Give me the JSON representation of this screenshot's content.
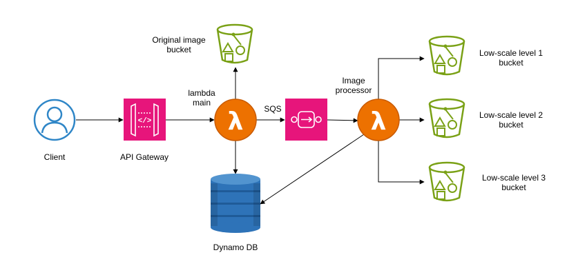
{
  "colors": {
    "client": "#2f86c7",
    "api_gateway": "#e7157b",
    "lambda": "#ed7100",
    "lambda_dark": "#c85a00",
    "sqs": "#e7157b",
    "s3": "#7aa116",
    "dynamo": "#2e73b8",
    "dynamo_light": "#5294cf",
    "dynamo_dark": "#1f5b98",
    "arrow": "#000000"
  },
  "nodes": {
    "client": {
      "label": "Client",
      "icon": "user-icon"
    },
    "api_gateway": {
      "label": "API Gateway",
      "icon": "api-gateway-icon"
    },
    "lambda_main": {
      "label": "lambda\nmain",
      "icon": "lambda-icon"
    },
    "original_bucket": {
      "label": "Original image\nbucket",
      "icon": "s3-bucket-icon"
    },
    "sqs": {
      "label": "SQS",
      "icon": "sqs-icon"
    },
    "image_processor": {
      "label": "Image\nprocessor",
      "icon": "lambda-icon"
    },
    "dynamo_db": {
      "label": "Dynamo DB",
      "icon": "dynamodb-icon"
    },
    "low_scale_1": {
      "label": "Low-scale level 1\nbucket",
      "icon": "s3-bucket-icon"
    },
    "low_scale_2": {
      "label": "Low-scale level 2\nbucket",
      "icon": "s3-bucket-icon"
    },
    "low_scale_3": {
      "label": "Low-scale level 3\nbucket",
      "icon": "s3-bucket-icon"
    }
  }
}
